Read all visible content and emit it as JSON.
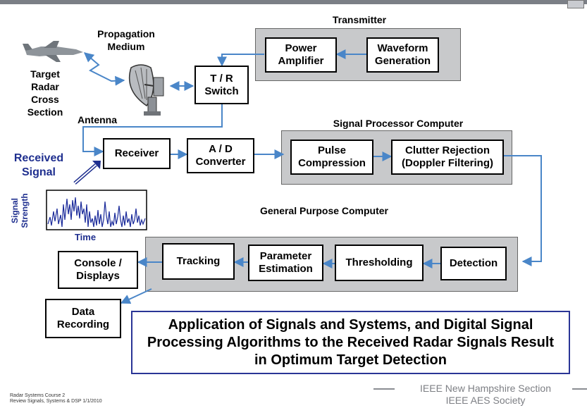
{
  "groups": {
    "transmitter": "Transmitter",
    "signal_processor": "Signal Processor Computer",
    "general_purpose": "General Purpose Computer"
  },
  "blocks": {
    "power_amplifier": "Power\nAmplifier",
    "waveform_generation": "Waveform\nGeneration",
    "tr_switch": "T / R\nSwitch",
    "receiver": "Receiver",
    "ad_converter": "A / D\nConverter",
    "pulse_compression": "Pulse\nCompression",
    "clutter_rejection": "Clutter Rejection\n(Doppler Filtering)",
    "detection": "Detection",
    "thresholding": "Thresholding",
    "parameter_estimation": "Parameter\nEstimation",
    "tracking": "Tracking",
    "console_displays": "Console /\nDisplays",
    "data_recording": "Data\nRecording"
  },
  "labels": {
    "propagation_medium": "Propagation\nMedium",
    "target": "Target\nRadar\nCross\nSection",
    "antenna": "Antenna",
    "received_signal": "Received\nSignal",
    "signal_strength": "Signal\nStrength",
    "time": "Time"
  },
  "banner": "Application of Signals and Systems, and Digital Signal Processing Algorithms to the Received Radar Signals Result in Optimum Target Detection",
  "footer": {
    "course_line1": "Radar Systems Course  2",
    "course_line2": "Review Signals, Systems & DSP  1/1/2010",
    "org_line1": "IEEE New Hampshire Section",
    "org_line2": "IEEE AES Society"
  },
  "colors": {
    "arrow": "#4a86c8",
    "group_fill": "#c8c9cb",
    "signal_trace": "#1a2a9a",
    "banner_border": "#2a3596"
  }
}
